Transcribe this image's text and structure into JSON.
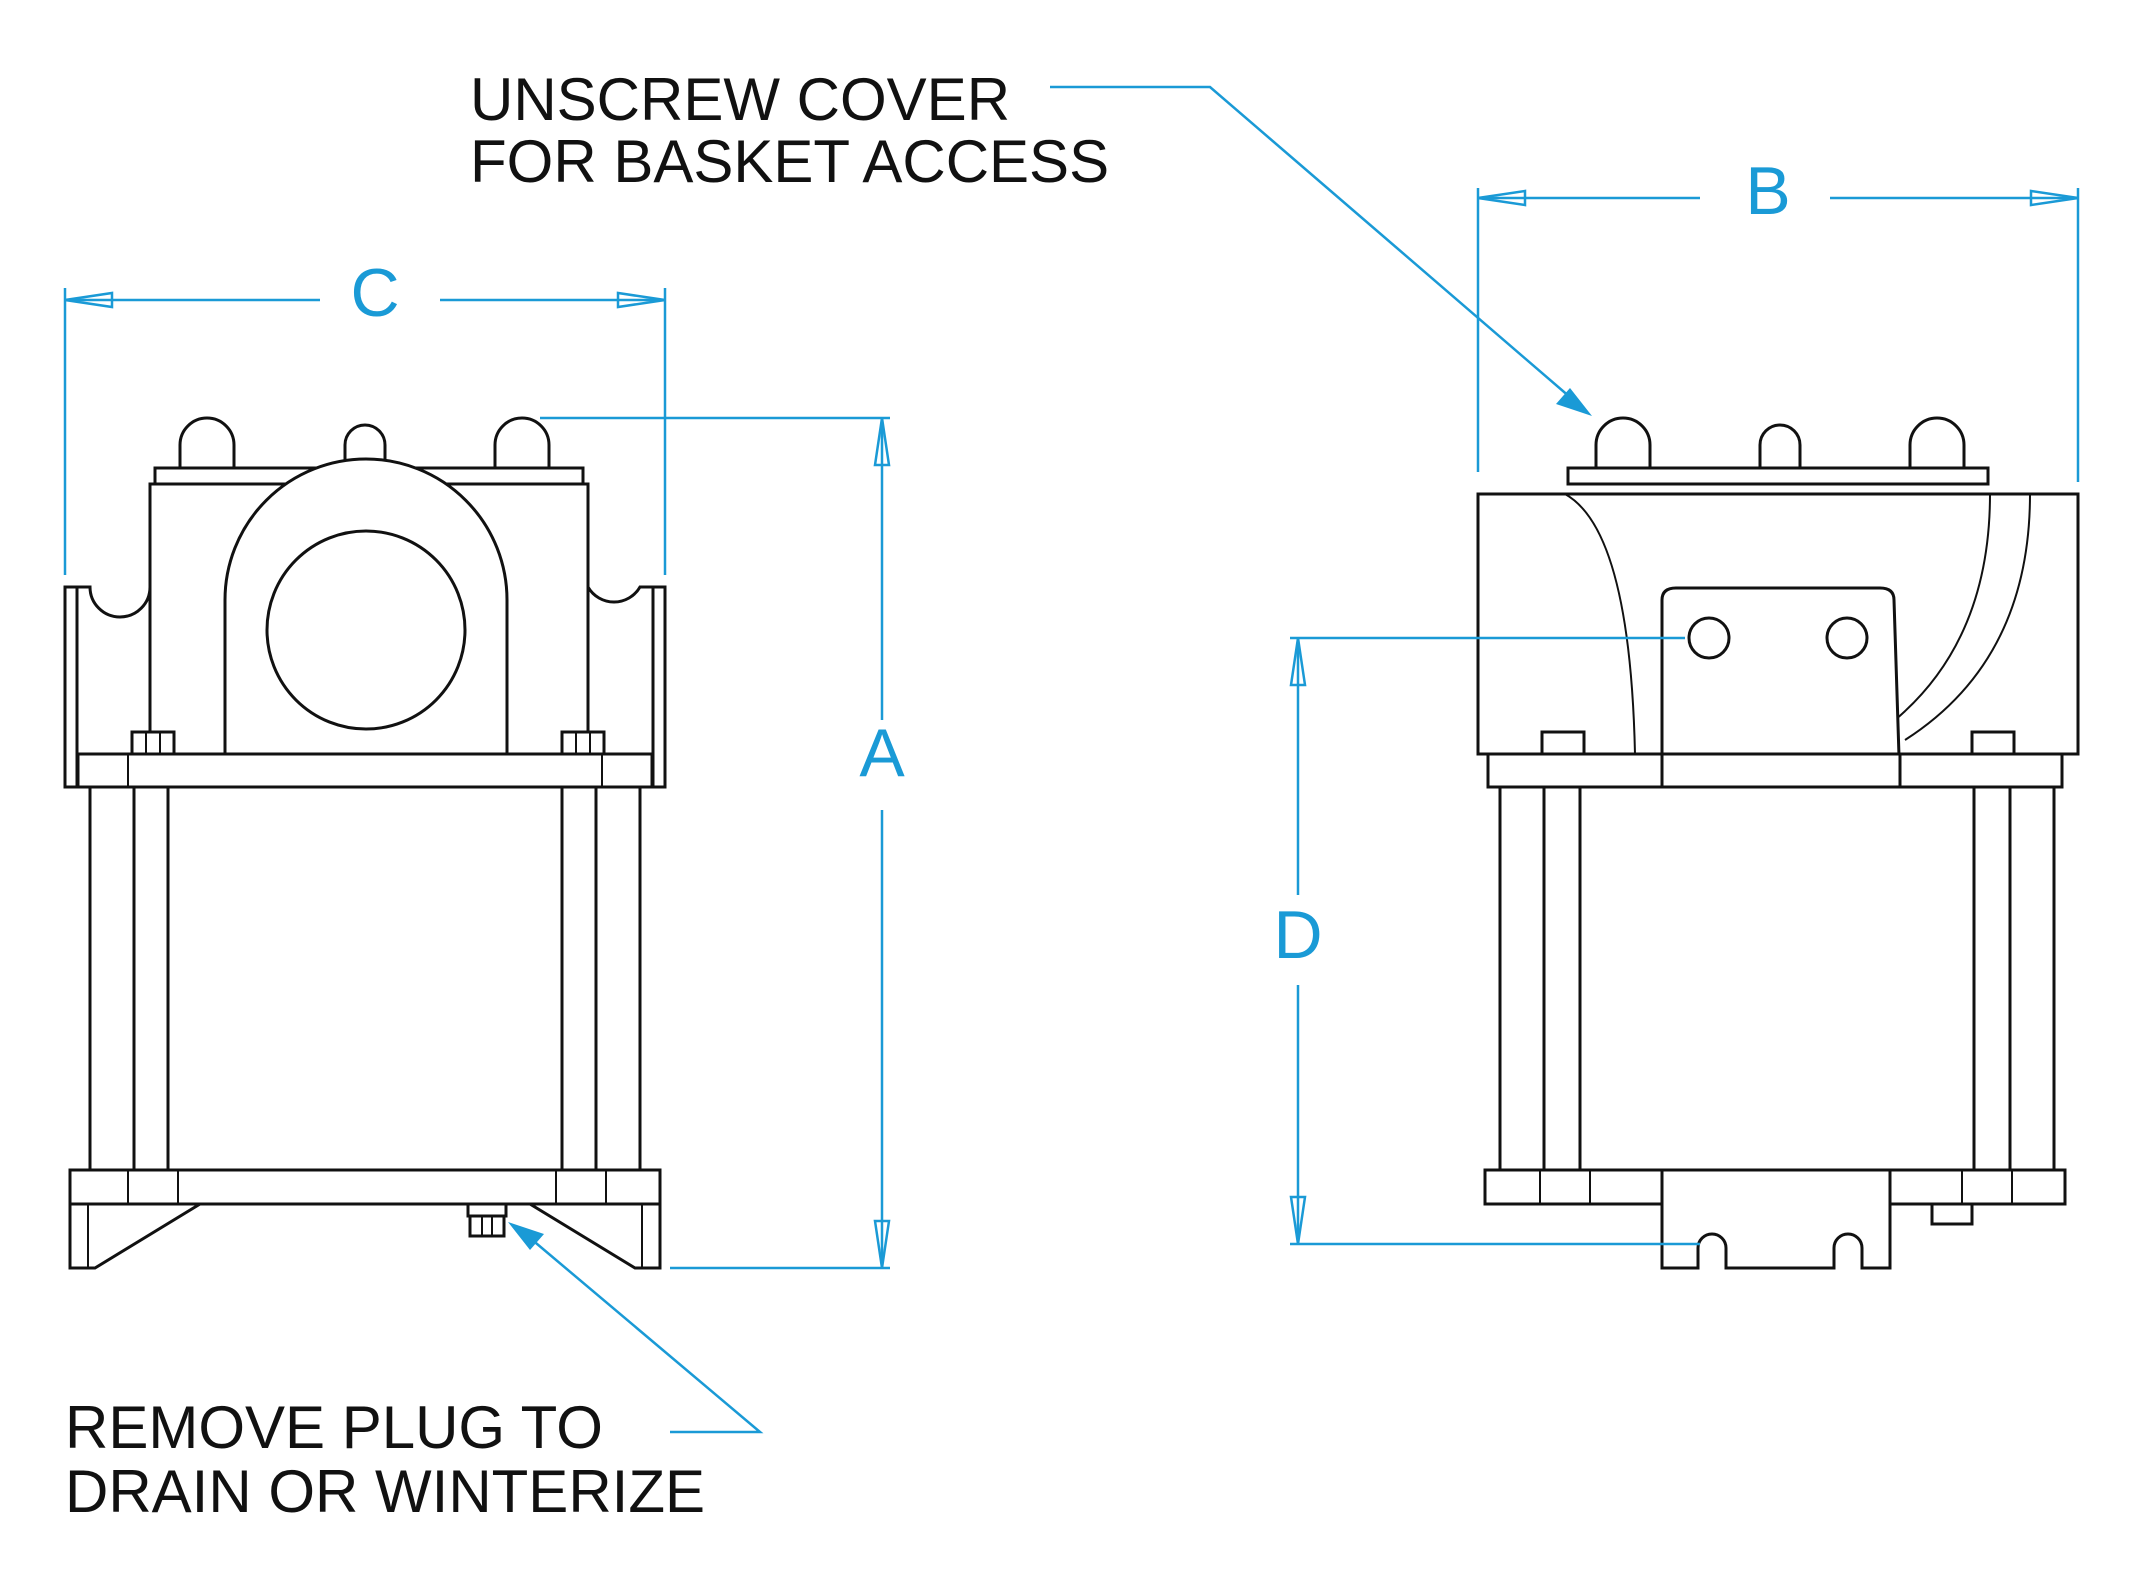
{
  "colors": {
    "dimension": "#1a9ad6",
    "outline": "#111111",
    "background": "#ffffff"
  },
  "callouts": {
    "cover_line1": "UNSCREW COVER",
    "cover_line2": "FOR BASKET ACCESS",
    "plug_line1": "REMOVE PLUG TO",
    "plug_line2": "DRAIN OR WINTERIZE"
  },
  "dimensions": {
    "a": "A",
    "b": "B",
    "c": "C",
    "d": "D"
  }
}
